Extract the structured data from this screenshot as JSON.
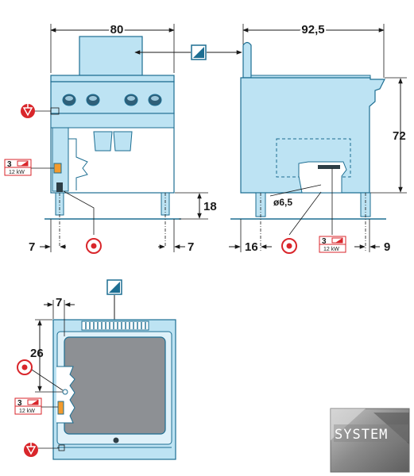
{
  "dimensions": {
    "front_width": "80",
    "side_depth": "92,5",
    "height": "72",
    "leg_height": "18",
    "front_left_offset": "7",
    "front_right_offset": "7",
    "side_left_offset": "16",
    "side_right_offset": "9",
    "pipe_diameter": "ø6,5",
    "top_left_offset": "7",
    "top_side_offset": "26"
  },
  "power": {
    "phase_front": "3",
    "rating_front": "12 kW",
    "phase_side": "3",
    "rating_side": "12 kW",
    "phase_top": "3",
    "rating_top": "12 kW"
  },
  "logo": {
    "text": "SYSTEM"
  },
  "colors": {
    "body_fill": "#bde3f3",
    "line": "#1d6e92",
    "dim_arrow": "#1a1a1a",
    "accent_red": "#d9262b",
    "logo_gray": "#8e8e8e"
  }
}
